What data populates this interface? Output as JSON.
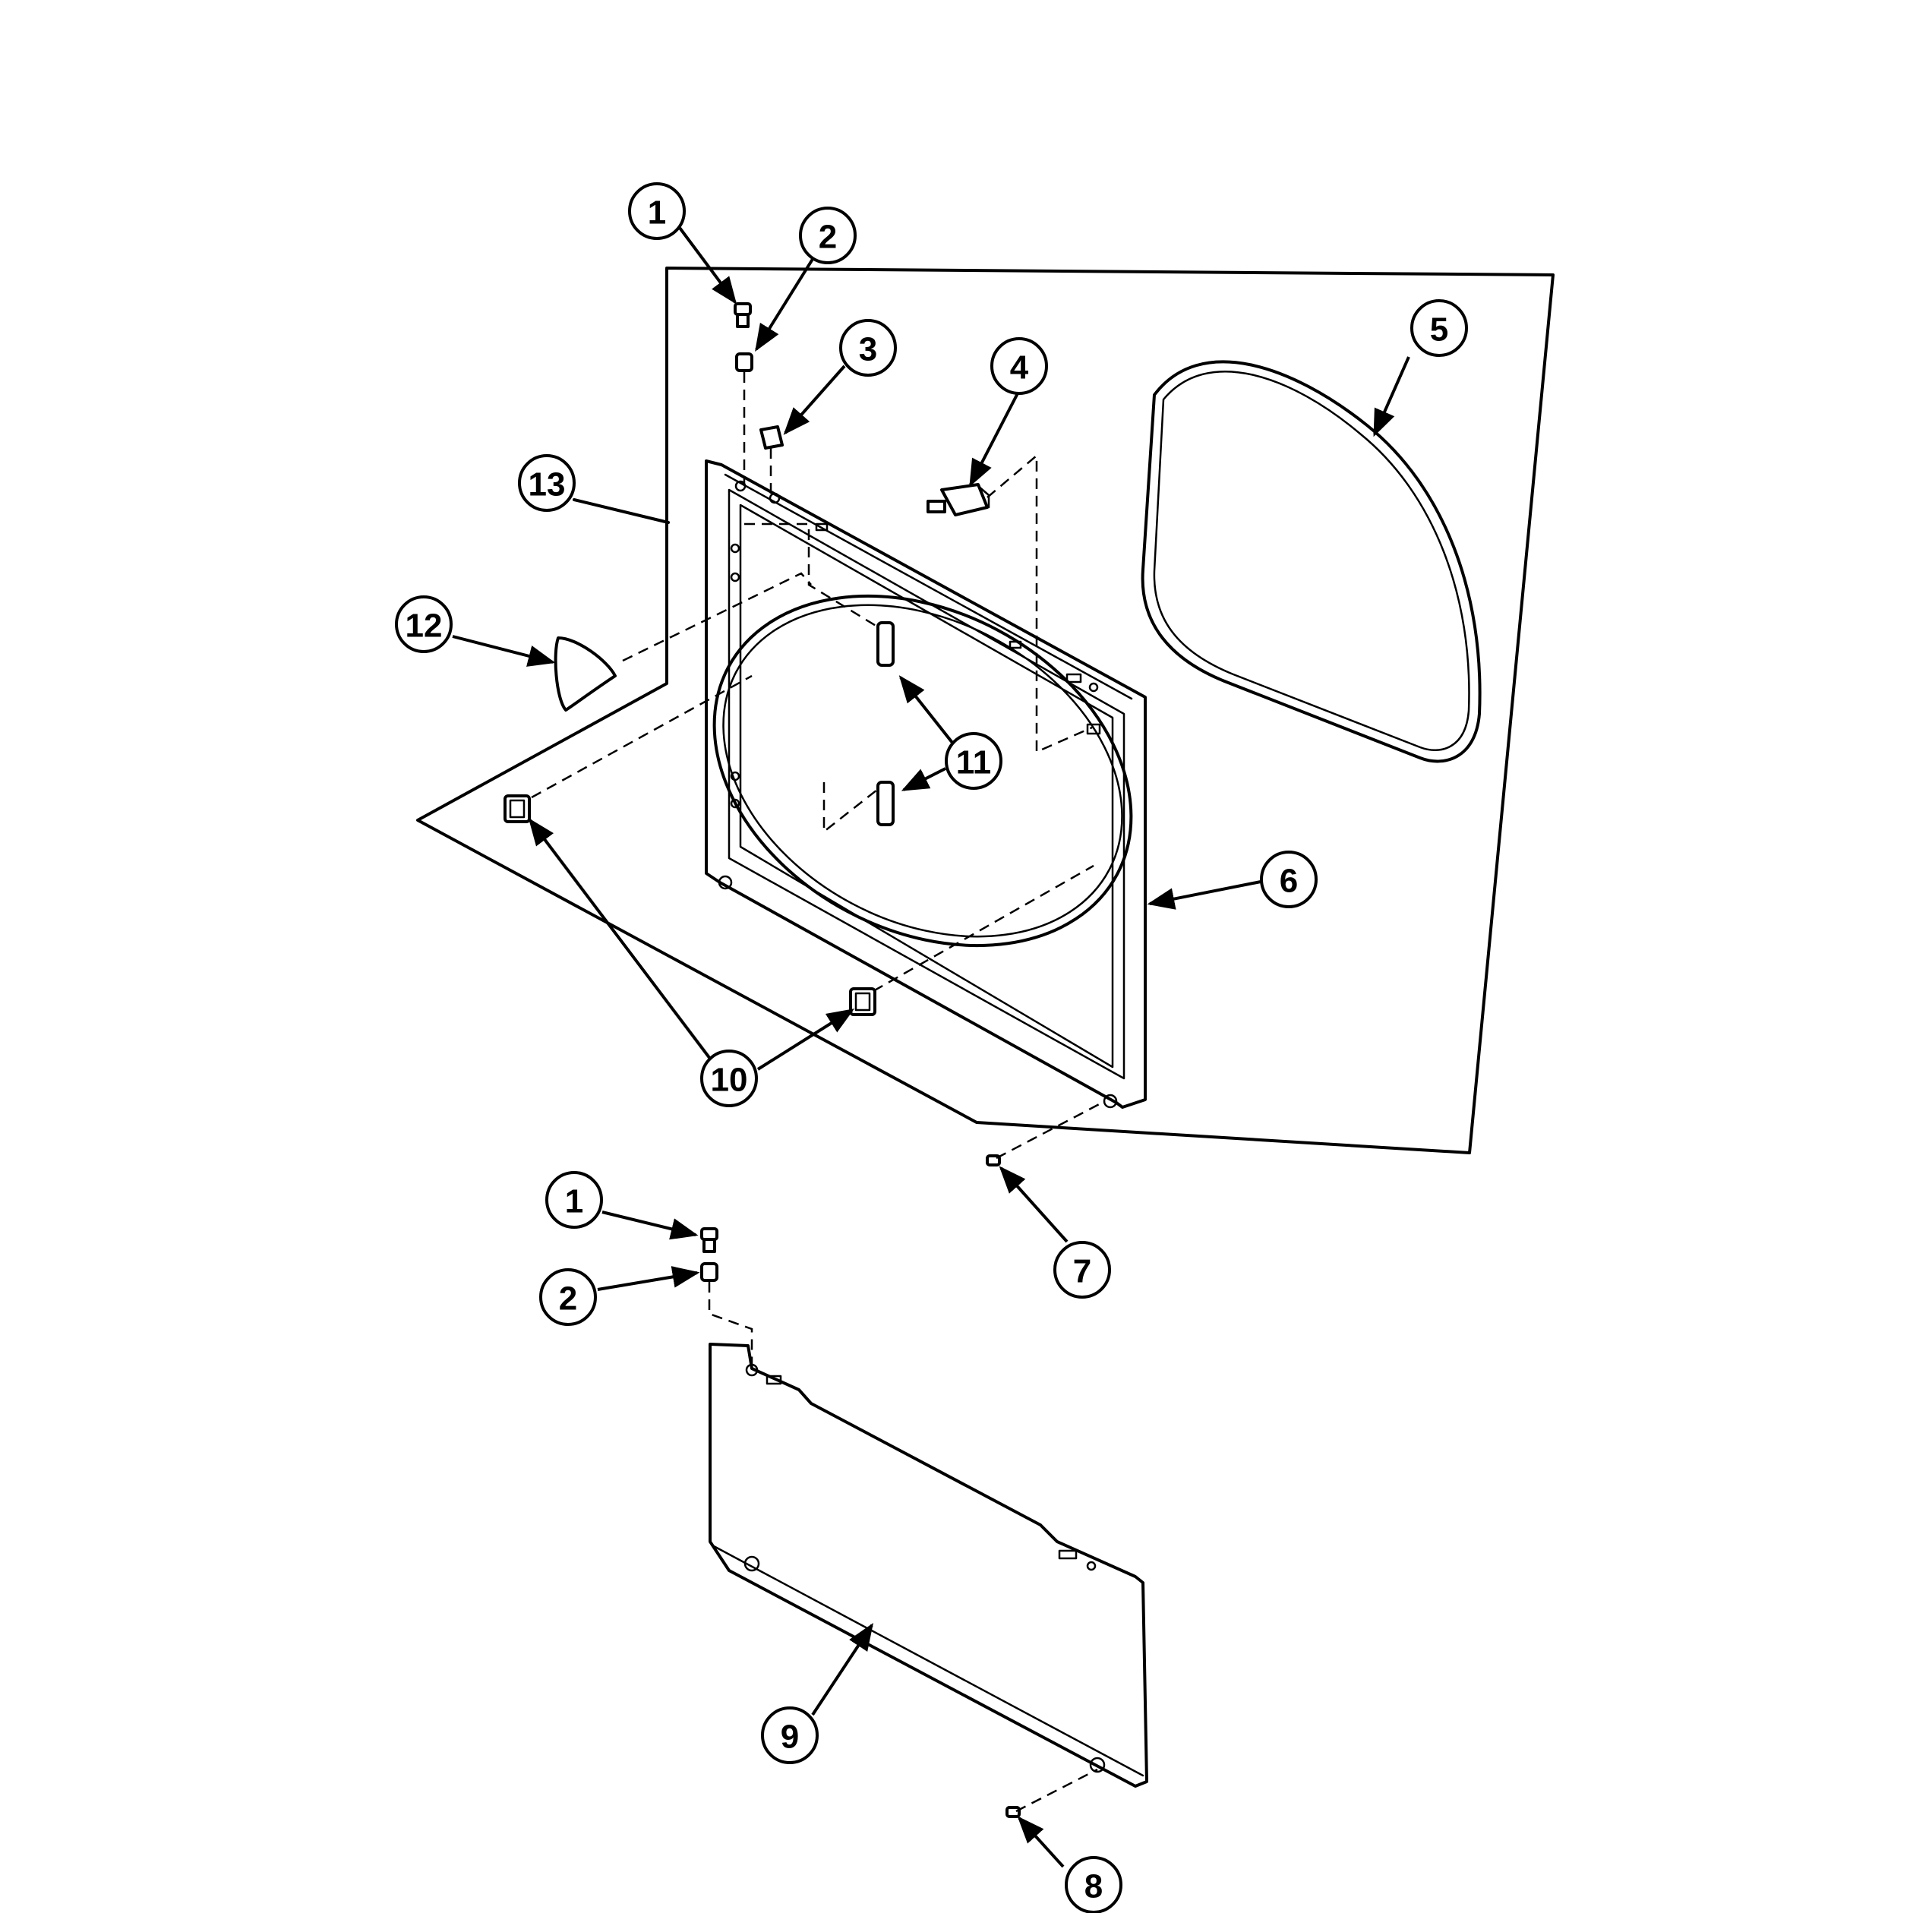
{
  "colors": {
    "ink": "#000000",
    "paper": "#ffffff"
  },
  "callouts": [
    {
      "id": "c1a",
      "label": "1"
    },
    {
      "id": "c2a",
      "label": "2"
    },
    {
      "id": "c3",
      "label": "3"
    },
    {
      "id": "c4",
      "label": "4"
    },
    {
      "id": "c5",
      "label": "5"
    },
    {
      "id": "c13",
      "label": "13"
    },
    {
      "id": "c12",
      "label": "12"
    },
    {
      "id": "c11",
      "label": "11"
    },
    {
      "id": "c6",
      "label": "6"
    },
    {
      "id": "c10",
      "label": "10"
    },
    {
      "id": "c7",
      "label": "7"
    },
    {
      "id": "c1b",
      "label": "1"
    },
    {
      "id": "c2b",
      "label": "2"
    },
    {
      "id": "c9",
      "label": "9"
    },
    {
      "id": "c8",
      "label": "8"
    }
  ]
}
